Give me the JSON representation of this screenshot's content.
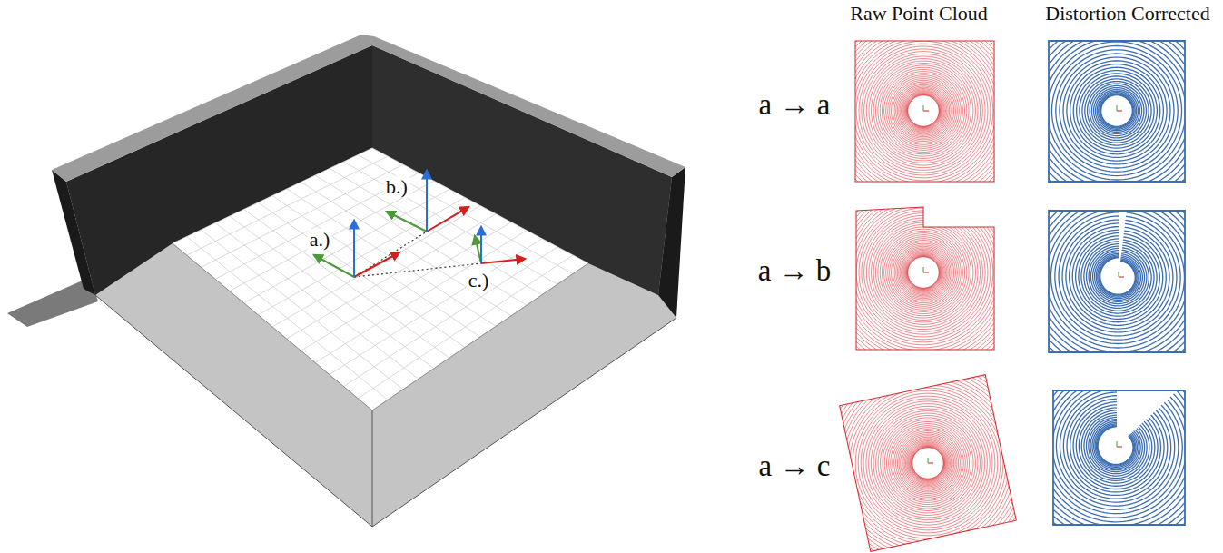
{
  "diagram": {
    "labels": [
      "a.)",
      "b.)",
      "c.)",
      "Raw Point Cloud",
      "Distortion Corrected",
      "a → a",
      "a → b",
      "a → c"
    ]
  }
}
